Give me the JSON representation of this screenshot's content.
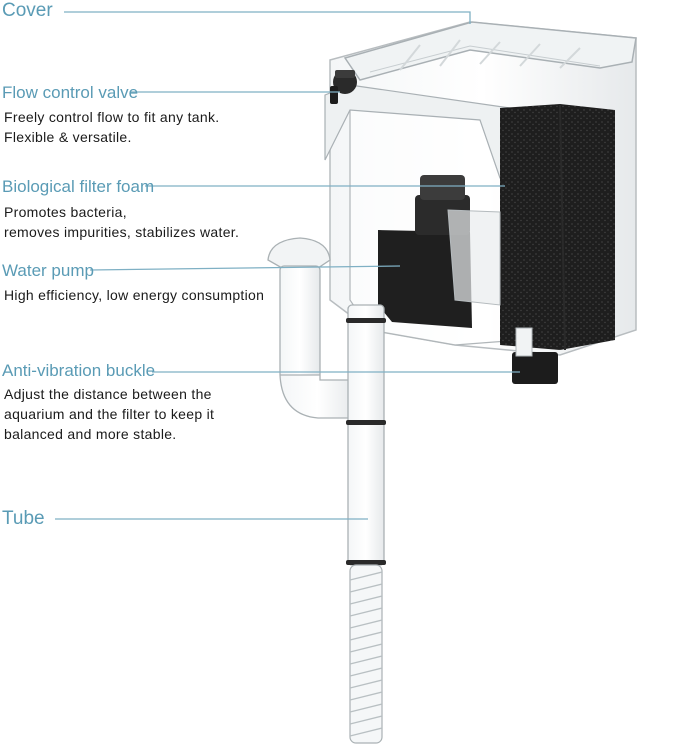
{
  "callouts": {
    "cover": {
      "label": "Cover"
    },
    "flow_valve": {
      "label": "Flow control valve",
      "desc": [
        "Freely control flow to fit any tank.",
        "Flexible & versatile."
      ]
    },
    "bio_foam": {
      "label": "Biological filter foam",
      "desc": [
        "Promotes bacteria,",
        "removes impurities, stabilizes water."
      ]
    },
    "pump": {
      "label": "Water pump",
      "desc": [
        "High efficiency, low energy consumption"
      ]
    },
    "buckle": {
      "label": "Anti-vibration buckle",
      "desc": [
        "Adjust the distance between the",
        "aquarium and the filter to keep it",
        "balanced and more stable."
      ]
    },
    "tube": {
      "label": "Tube"
    }
  },
  "colors": {
    "label": "#5a9bb5",
    "leader": "#7fb0c4",
    "text": "#1a1a1a",
    "foam": "#1e1e1e"
  },
  "icons": [
    "filter-product-illustration"
  ]
}
